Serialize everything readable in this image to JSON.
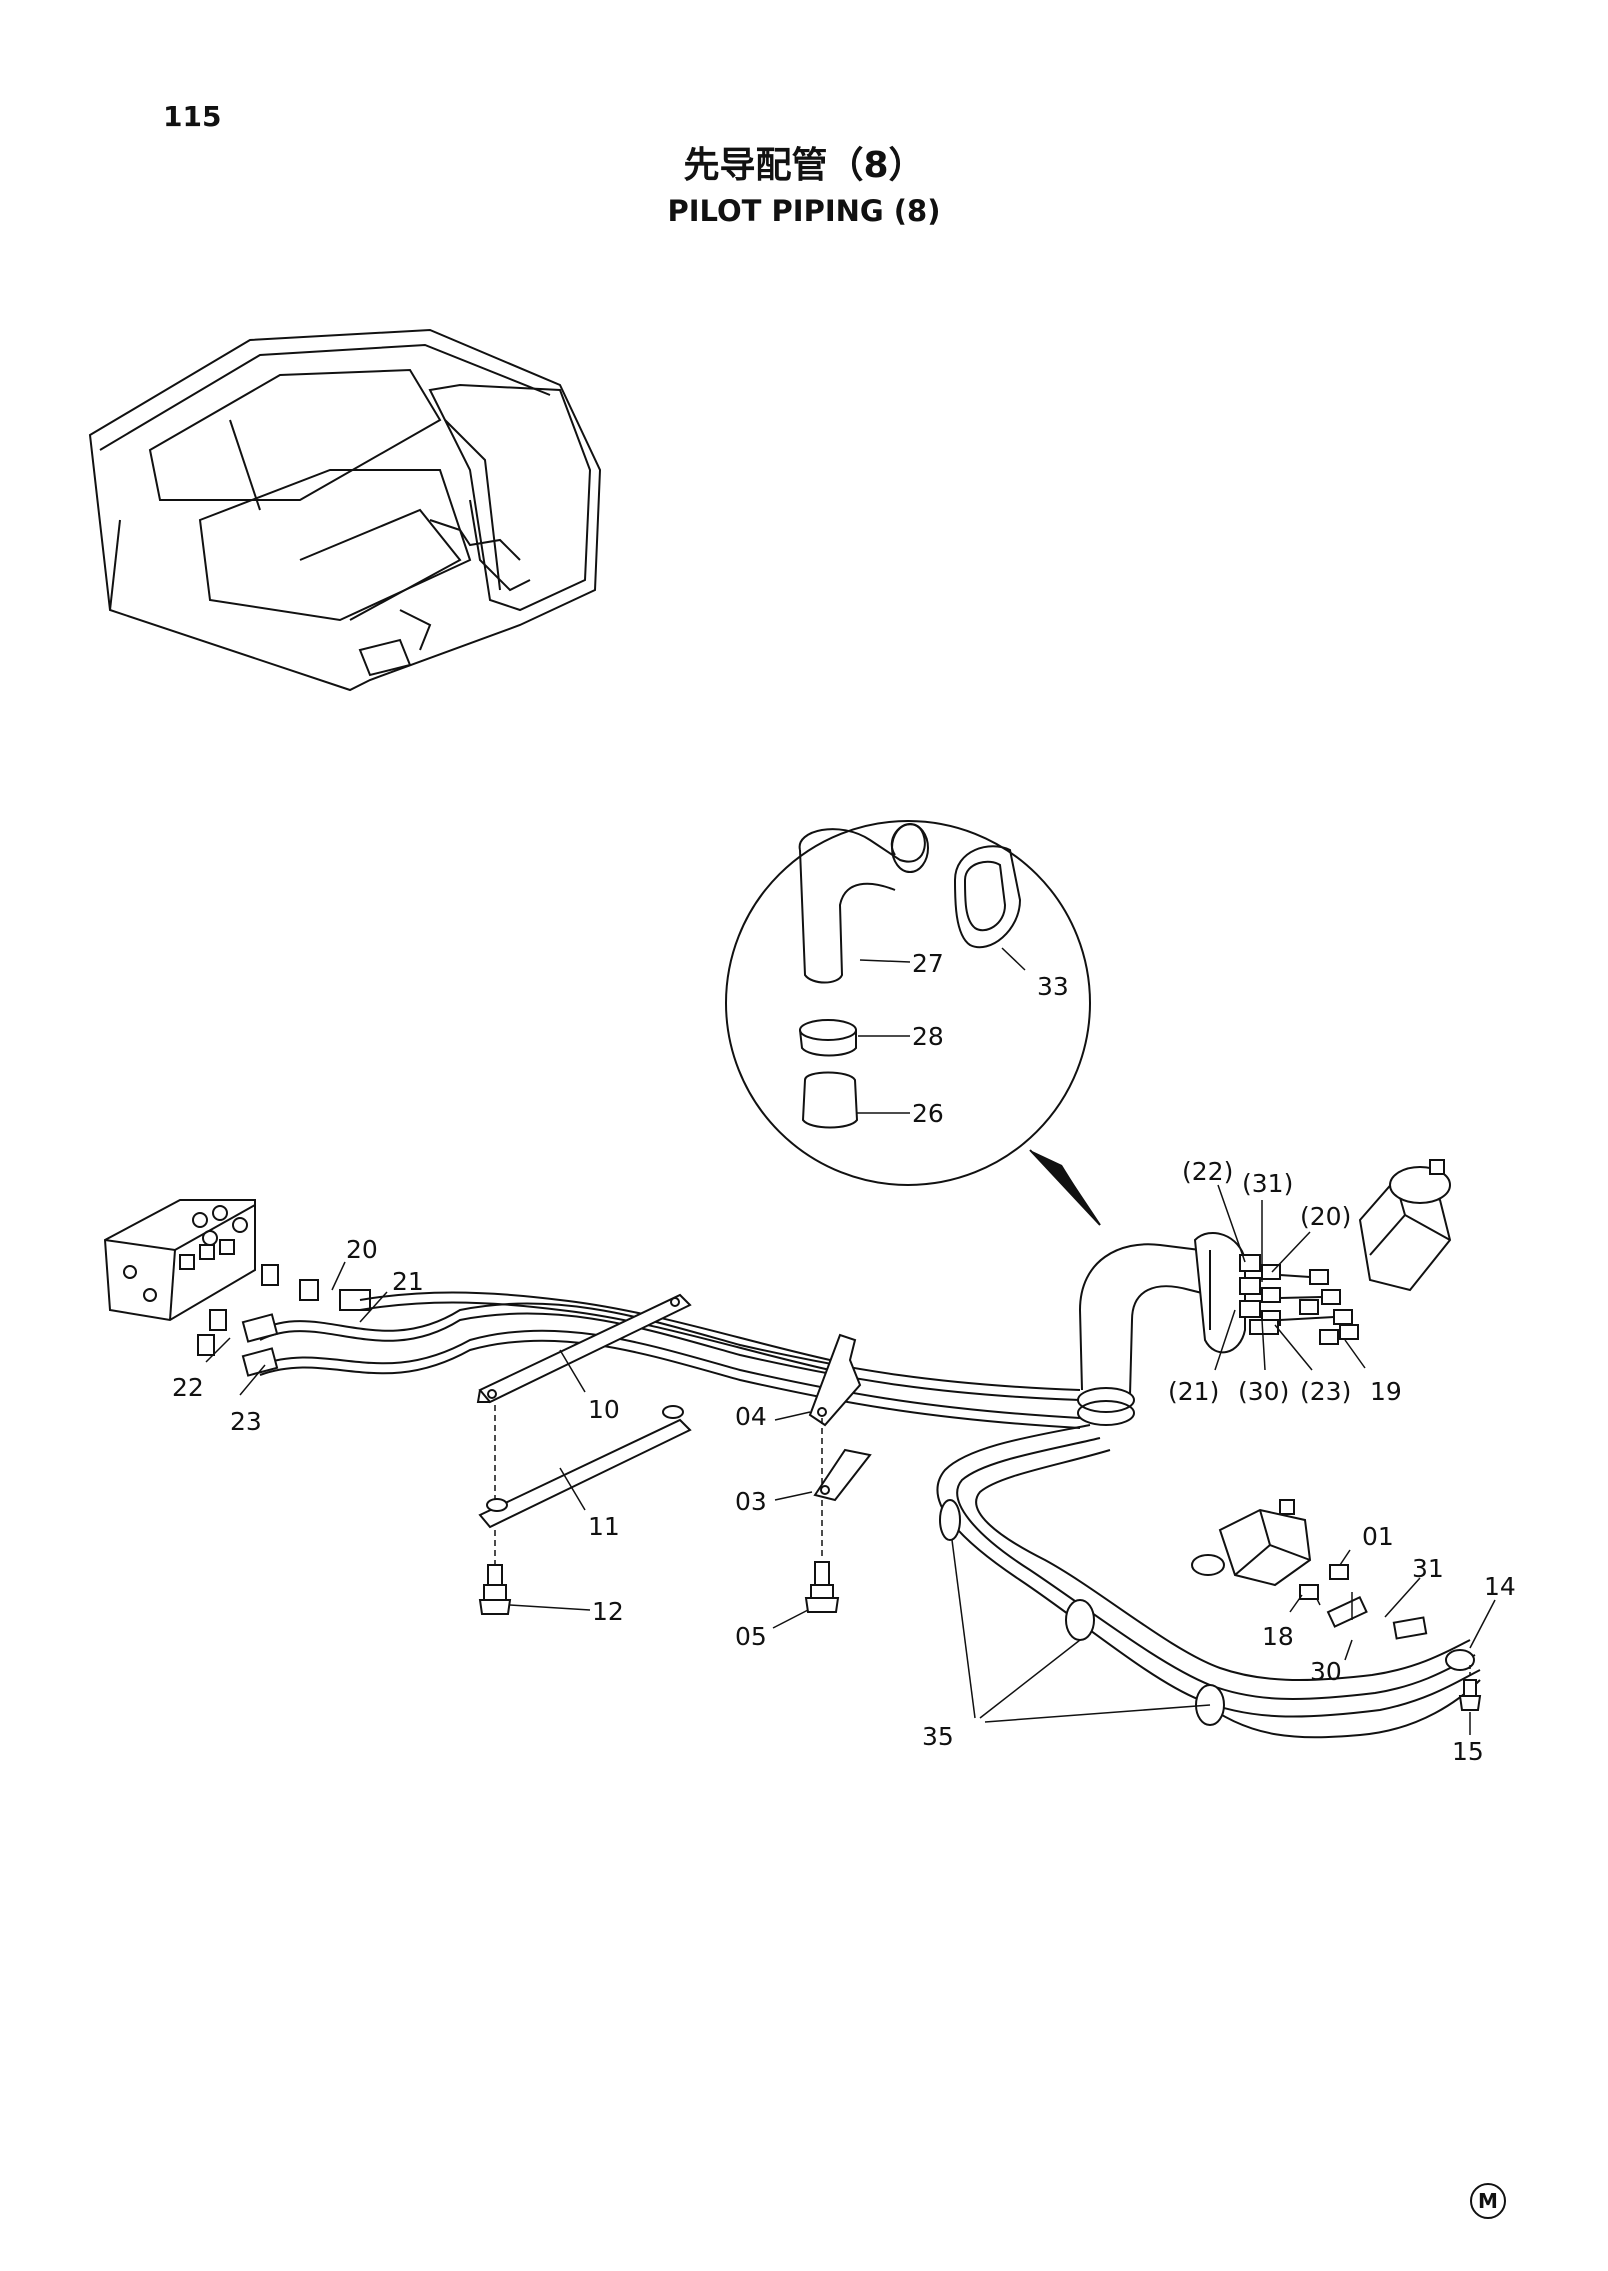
{
  "page_number": "115",
  "title_cn": "先导配管（8）",
  "title_en": "PILOT  PIPING (8)",
  "corner_mark": "M",
  "labels": {
    "l27": "27",
    "l33": "33",
    "l28": "28",
    "l26": "26",
    "p22": "(22)",
    "p31": "(31)",
    "p20": "(20)",
    "p21": "(21)",
    "p30": "(30)",
    "p23": "(23)",
    "l19": "19",
    "l20": "20",
    "l21": "21",
    "l22": "22",
    "l23": "23",
    "l10": "10",
    "l11": "11",
    "l12": "12",
    "l04": "04",
    "l03": "03",
    "l05": "05",
    "l01": "01",
    "l31": "31",
    "l14": "14",
    "l18": "18",
    "l30": "30",
    "l15": "15",
    "l35": "35"
  }
}
